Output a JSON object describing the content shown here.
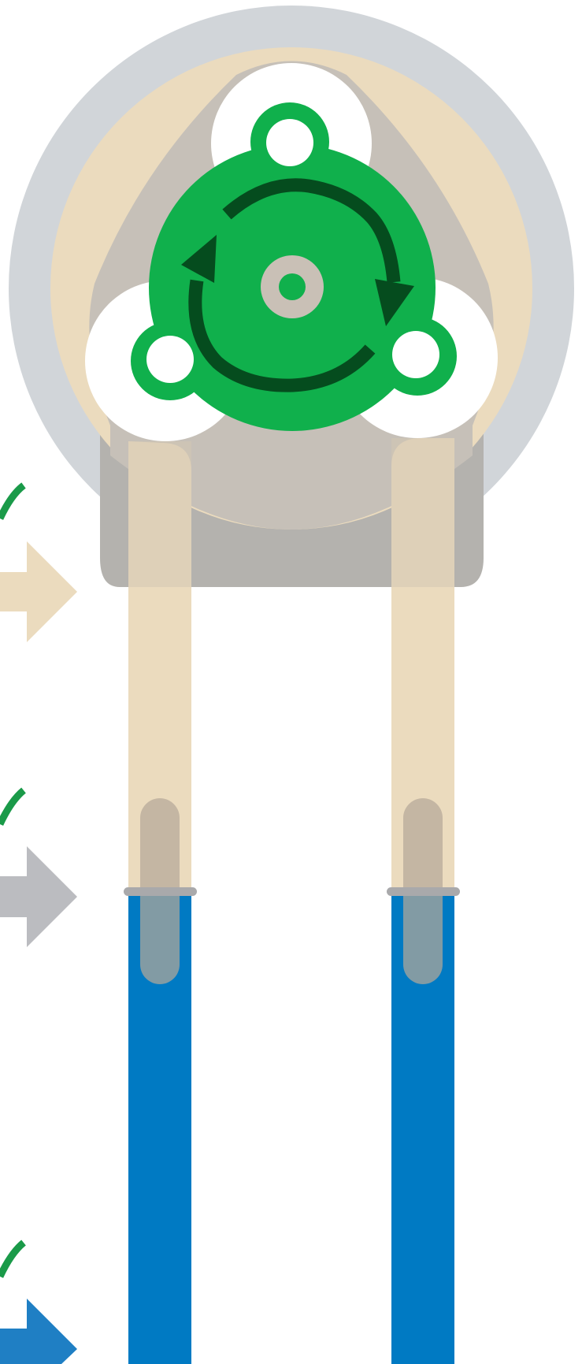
{
  "diagram": {
    "subject": "peristaltic-pump",
    "rotation_direction": "clockwise",
    "roller_count": 3,
    "tube_count": 2,
    "colors": {
      "background": "#ffffff",
      "housing_outer": "#d1d5d9",
      "housing_inner": "#ebdbbe",
      "mount_plate": "#c6c0b8",
      "bracket": "#b4b2ae",
      "rotor": "#10b04c",
      "rotation_arrow": "#054c1e",
      "hub": "#c9c0b6",
      "pump_tubing": "#ebdbbe",
      "connector_barb": "#c0b6aa",
      "clamp": "#a9a9ab",
      "outlet_tubing": "#007ac3",
      "indicator_green_arc": "#1a9a49",
      "indicator_beige_arrow": "#ebdbbe",
      "indicator_gray_arrow": "#bbbcc0",
      "indicator_blue_arrow": "#1f7fc4"
    },
    "legend_indicators": [
      {
        "name": "pump-tubing-indicator",
        "color_key": "indicator_beige_arrow"
      },
      {
        "name": "connector-indicator",
        "color_key": "indicator_gray_arrow"
      },
      {
        "name": "outlet-tubing-indicator",
        "color_key": "indicator_blue_arrow"
      }
    ]
  }
}
